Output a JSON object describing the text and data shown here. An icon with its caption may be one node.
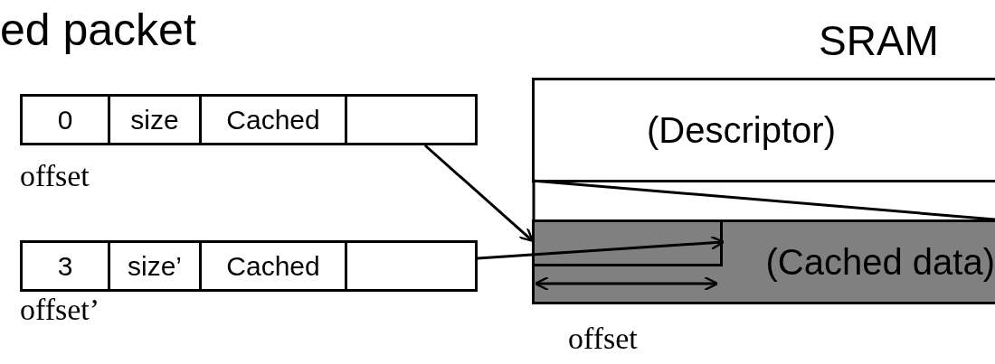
{
  "diagram": {
    "title": "ed packet",
    "nodes": [
      {
        "text": [
          "0"
        ]
      },
      {
        "text": [
          "size"
        ]
      },
      {
        "text": [
          "Cached"
        ]
      },
      {
        "text": [],
        "shape": "box"
      },
      {
        "text": [
          "3"
        ]
      },
      {
        "text": [
          "size’"
        ]
      },
      {
        "text": [
          "Cached"
        ]
      },
      {
        "text": [],
        "shape": "box"
      },
      {
        "text": [
          "(Descriptor)"
        ]
      },
      {
        "text": [
          "(Cached data)"
        ]
      },
      {
        "text": [],
        "shape": "box",
        "in": 9
      }
    ],
    "edges": [
      {
        "from": 3,
        "to": 9,
        "arrow": "to"
      },
      {
        "from": 7,
        "to": 10,
        "arrow": "to"
      }
    ],
    "labels": [
      "SRAM",
      "offset",
      "offset’",
      "offset"
    ]
  }
}
